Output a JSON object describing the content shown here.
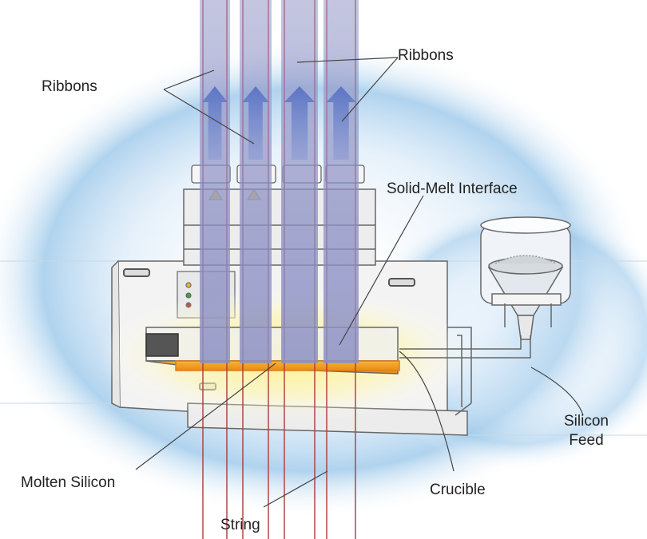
{
  "labels": {
    "ribbons_left": "Ribbons",
    "ribbons_right": "Ribbons",
    "solid_melt": "Solid-Melt Interface",
    "silicon_feed": "Silicon\nFeed",
    "molten_silicon": "Molten Silicon",
    "crucible": "Crucible",
    "string": "String"
  },
  "colors": {
    "ribbon": "#8c90c4",
    "arrow": "#4a5fb0",
    "string": "#b0383a",
    "melt": "#f5a623",
    "glow": "#fff27a",
    "halo": "#9cc8ea",
    "machine": "#f2f2f2",
    "outline": "#666666"
  }
}
